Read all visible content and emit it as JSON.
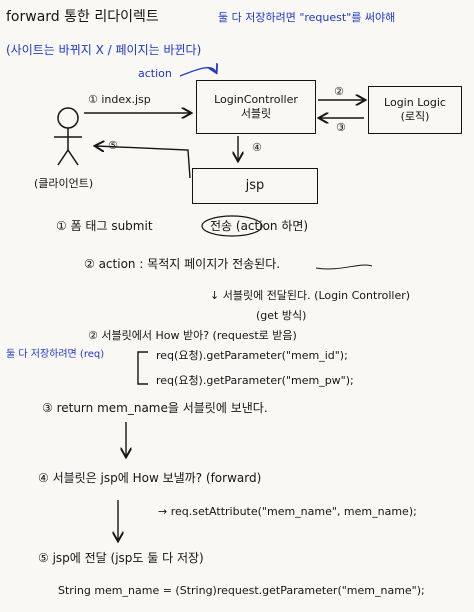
{
  "header": {
    "title": "forward 통한 리다이렉트",
    "blue_note": "둘 다 저장하려면 \"request\"를 써야해",
    "sub_note": "(사이트는 바뀌지 X / 페이지는 바뀐다)"
  },
  "diagram": {
    "action_label": "action",
    "user_label": "(클라이언트)",
    "index_label": "① index.jsp",
    "controller_box": {
      "line1": "LoginController",
      "line2": "서블릿"
    },
    "logic_box": {
      "line1": "Login Logic",
      "line2": "(로직)"
    },
    "jsp_box": "jsp",
    "step2": "②",
    "step3": "③",
    "step4": "④",
    "step5": "⑤"
  },
  "notes": {
    "n1": "① 폼 태그 submit",
    "n1b": "전송 (action 하면)",
    "n2": "② action : 목적지 페이지가 전송된다.",
    "n3": "↓ 서블릿에 전달된다. (Login Controller)",
    "n3b": "(get 방식)",
    "n4": "② 서블릿에서 How 받아? (request로 받음)",
    "n4_blue": "둘 다 저장하려면 (req)",
    "n4_code1": "req(요청).getParameter(\"mem_id\");",
    "n4_code2": "req(요청).getParameter(\"mem_pw\");",
    "n5": "③ return mem_name을 서블릿에 보낸다.",
    "n6": "④ 서블릿은 jsp에 How 보낼까? (forward)",
    "n6b": "→ req.setAttribute(\"mem_name\", mem_name);",
    "n7": "⑤ jsp에 전달 (jsp도 둘 다 저장)",
    "n7b": "String mem_name = (String)request.getParameter(\"mem_name\");"
  }
}
